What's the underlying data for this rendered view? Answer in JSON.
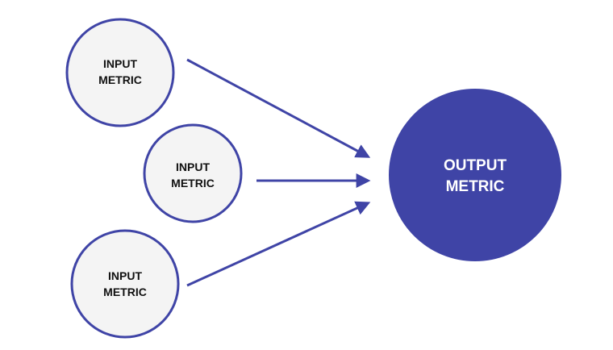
{
  "diagram": {
    "inputs": [
      {
        "line1": "INPUT",
        "line2": "METRIC"
      },
      {
        "line1": "INPUT",
        "line2": "METRIC"
      },
      {
        "line1": "INPUT",
        "line2": "METRIC"
      }
    ],
    "output": {
      "line1": "OUTPUT",
      "line2": "METRIC"
    }
  },
  "colors": {
    "accent": "#3f44a6",
    "input_fill": "#f4f4f4",
    "input_text": "#111111",
    "output_text": "#ffffff"
  }
}
